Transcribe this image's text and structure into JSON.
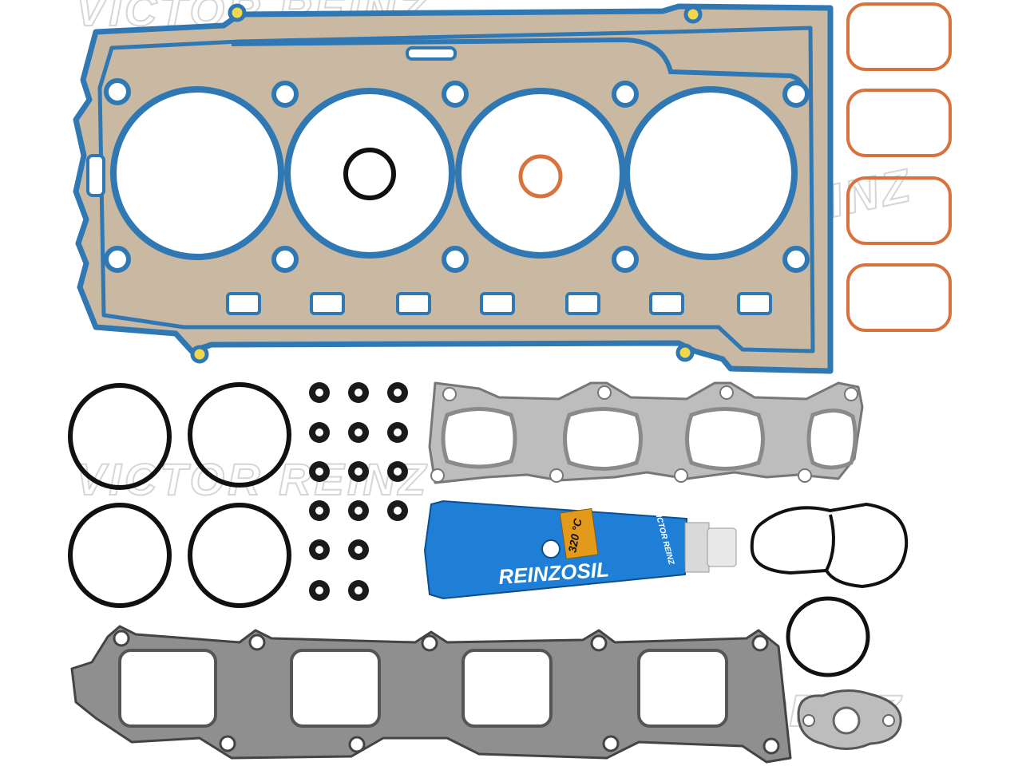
{
  "watermark": {
    "brand": "VICTOR REINZ"
  },
  "sealant_tube": {
    "product_name": "REINZOSIL",
    "temperature_badge": "320 °C",
    "brand_label": "VICTOR REINZ",
    "colors": {
      "tube": "#1f7fd6",
      "badge": "#e39a1a",
      "cap": "#e8e8e8"
    }
  },
  "colors": {
    "head_gasket_body": "#c9b9a2",
    "head_gasket_bead": "#2f78b3",
    "rubber_black": "#111111",
    "copper": "#d9733e",
    "steel_gray": "#9e9e9e"
  }
}
